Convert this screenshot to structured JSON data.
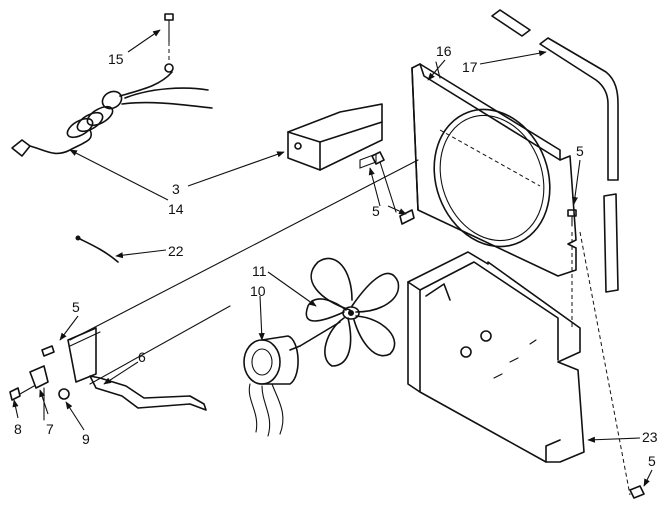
{
  "callouts": [
    {
      "id": "c15a",
      "text": "15"
    },
    {
      "id": "c16",
      "text": "16"
    },
    {
      "id": "c17",
      "text": "17"
    },
    {
      "id": "c3",
      "text": "3"
    },
    {
      "id": "c14",
      "text": "14"
    },
    {
      "id": "c5a",
      "text": "5"
    },
    {
      "id": "c5b",
      "text": "5"
    },
    {
      "id": "c22",
      "text": "22"
    },
    {
      "id": "c11",
      "text": "11"
    },
    {
      "id": "c10",
      "text": "10"
    },
    {
      "id": "c5c",
      "text": "5"
    },
    {
      "id": "c6",
      "text": "6"
    },
    {
      "id": "c8",
      "text": "8"
    },
    {
      "id": "c7",
      "text": "7"
    },
    {
      "id": "c9",
      "text": "9"
    },
    {
      "id": "c23",
      "text": "23"
    },
    {
      "id": "c5d",
      "text": "5"
    }
  ]
}
